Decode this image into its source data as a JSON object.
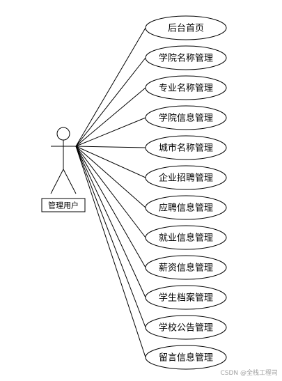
{
  "actor": {
    "label": "管理用户"
  },
  "use_cases": [
    {
      "label": "后台首页"
    },
    {
      "label": "学院名称管理"
    },
    {
      "label": "专业名称管理"
    },
    {
      "label": "学院信息管理"
    },
    {
      "label": "城市名称管理"
    },
    {
      "label": "企业招聘管理"
    },
    {
      "label": "应聘信息管理"
    },
    {
      "label": "就业信息管理"
    },
    {
      "label": "薪资信息管理"
    },
    {
      "label": "学生档案管理"
    },
    {
      "label": "学校公告管理"
    },
    {
      "label": "留言信息管理"
    }
  ],
  "watermark": "CSDN @全栈工程司"
}
